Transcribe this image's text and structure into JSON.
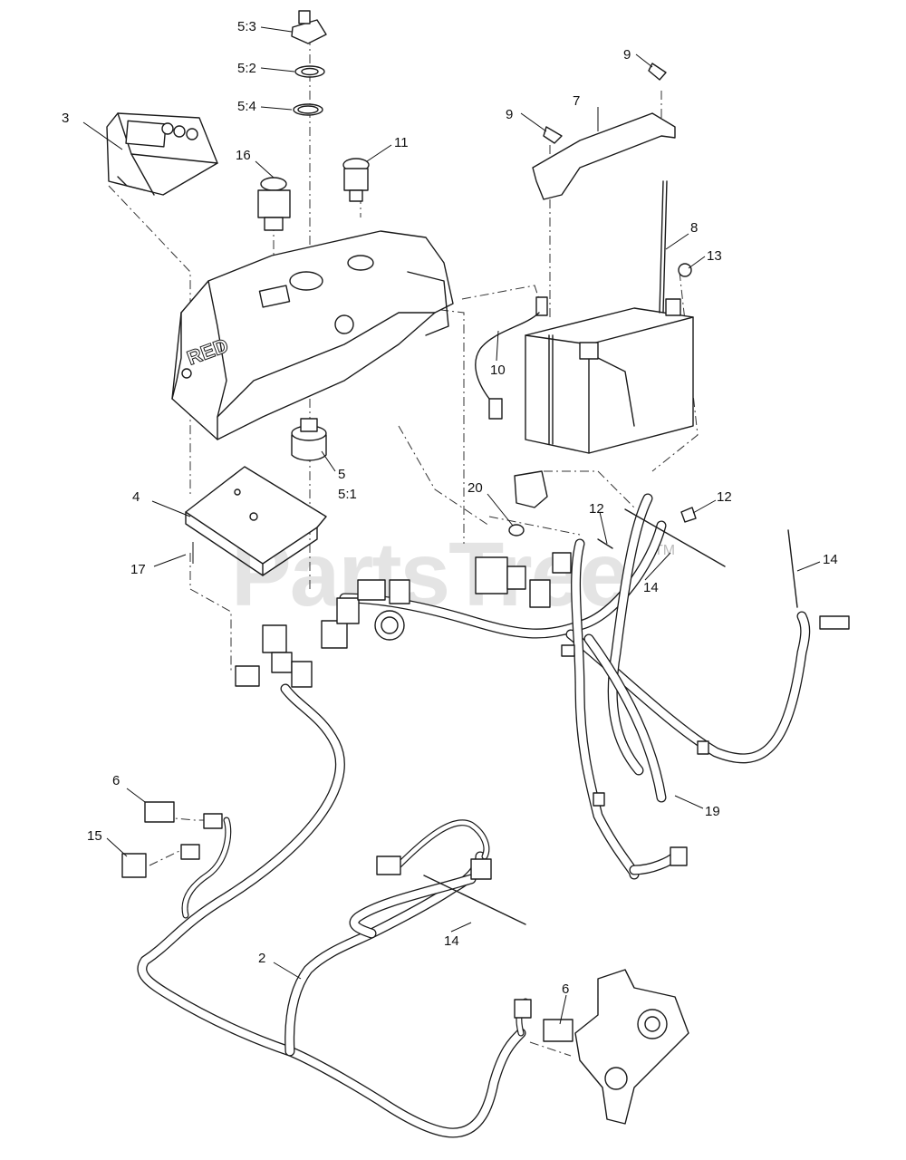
{
  "watermark": {
    "text": "PartsTree",
    "tm": "TM"
  },
  "logo": {
    "text": "RED"
  },
  "callouts": [
    {
      "id": "c-2",
      "label": "2"
    },
    {
      "id": "c-3",
      "label": "3"
    },
    {
      "id": "c-4",
      "label": "4"
    },
    {
      "id": "c-5",
      "label": "5"
    },
    {
      "id": "c-5-1",
      "label": "5:1"
    },
    {
      "id": "c-5-2",
      "label": "5:2"
    },
    {
      "id": "c-5-3",
      "label": "5:3"
    },
    {
      "id": "c-5-4",
      "label": "5:4"
    },
    {
      "id": "c-6a",
      "label": "6"
    },
    {
      "id": "c-6b",
      "label": "6"
    },
    {
      "id": "c-7",
      "label": "7"
    },
    {
      "id": "c-8",
      "label": "8"
    },
    {
      "id": "c-9a",
      "label": "9"
    },
    {
      "id": "c-9b",
      "label": "9"
    },
    {
      "id": "c-10",
      "label": "10"
    },
    {
      "id": "c-11",
      "label": "11"
    },
    {
      "id": "c-12a",
      "label": "12"
    },
    {
      "id": "c-12b",
      "label": "12"
    },
    {
      "id": "c-13",
      "label": "13"
    },
    {
      "id": "c-14a",
      "label": "14"
    },
    {
      "id": "c-14b",
      "label": "14"
    },
    {
      "id": "c-14c",
      "label": "14"
    },
    {
      "id": "c-15",
      "label": "15"
    },
    {
      "id": "c-16",
      "label": "16"
    },
    {
      "id": "c-17",
      "label": "17"
    },
    {
      "id": "c-19",
      "label": "19"
    },
    {
      "id": "c-20",
      "label": "20"
    }
  ]
}
